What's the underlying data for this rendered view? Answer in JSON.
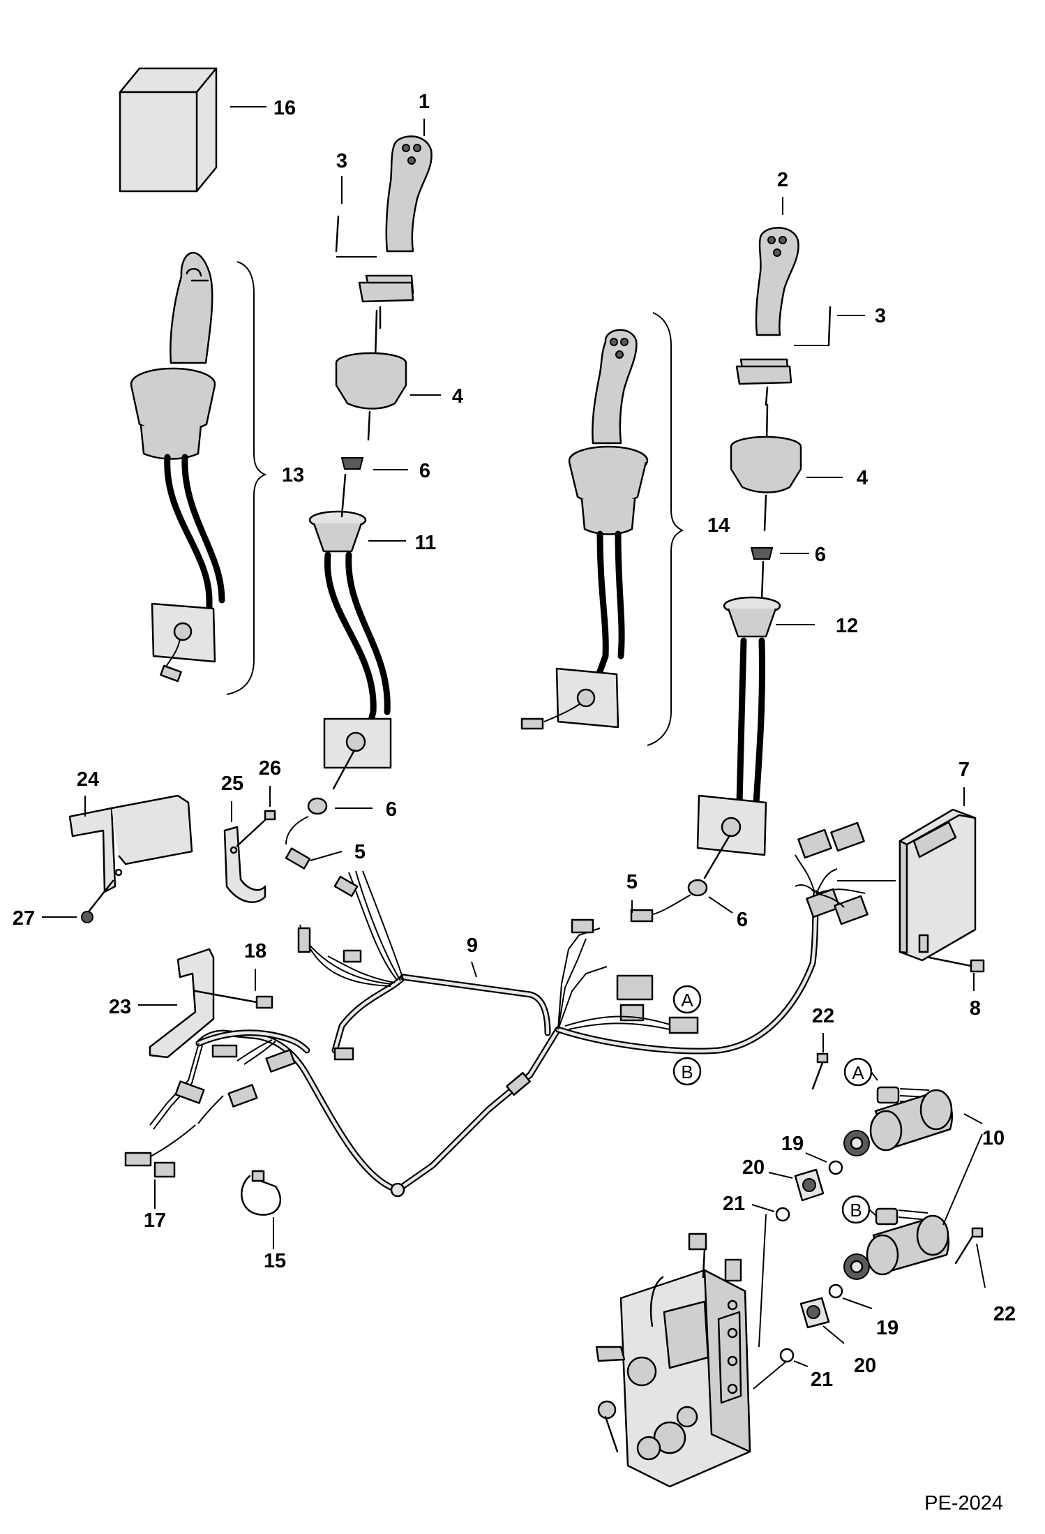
{
  "diagram": {
    "callouts": {
      "c1": "1",
      "c2": "2",
      "c3a": "3",
      "c3b": "3",
      "c4a": "4",
      "c4b": "4",
      "c5a": "5",
      "c5b": "5",
      "c6a": "6",
      "c6b": "6",
      "c6c": "6",
      "c6d": "6",
      "c7": "7",
      "c8": "8",
      "c9": "9",
      "c10": "10",
      "c11": "11",
      "c12": "12",
      "c13": "13",
      "c14": "14",
      "c15": "15",
      "c16": "16",
      "c17": "17",
      "c18": "18",
      "c19a": "19",
      "c19b": "19",
      "c20a": "20",
      "c20b": "20",
      "c21a": "21",
      "c21b": "21",
      "c22a": "22",
      "c22b": "22",
      "c23": "23",
      "c24": "24",
      "c25": "25",
      "c26": "26",
      "c27": "27"
    },
    "connection_labels": {
      "a_harness": "A",
      "b_harness": "B",
      "a_valve": "A",
      "b_valve": "B"
    },
    "document_code": "PE-2024"
  }
}
